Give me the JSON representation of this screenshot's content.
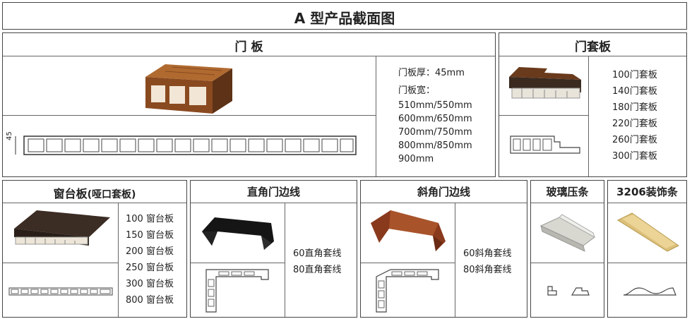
{
  "page_title": "A 型产品截面图",
  "door_panel": {
    "title": "门 板",
    "dimension_mark": "45",
    "specs": [
      "门板厚：45mm",
      "门板宽：",
      "510mm/550mm",
      "600mm/650mm",
      "700mm/750mm",
      "800mm/850mm",
      "900mm"
    ]
  },
  "door_cover": {
    "title": "门套板",
    "items": [
      "100门套板",
      "140门套板",
      "180门套板",
      "220门套板",
      "260门套板",
      "300门套板"
    ]
  },
  "window_sill": {
    "title": "窗台板",
    "title_suffix": "(哑口套板)",
    "items": [
      "100 窗台板",
      "150 窗台板",
      "200 窗台板",
      "250 窗台板",
      "300 窗台板",
      "800 窗台板"
    ]
  },
  "right_angle_trim": {
    "title": "直角门边线",
    "items": [
      "60直角套线",
      "80直角套线"
    ]
  },
  "bevel_trim": {
    "title": "斜角门边线",
    "items": [
      "60斜角套线",
      "80斜角套线"
    ]
  },
  "glass_bead": {
    "title": "玻璃压条"
  },
  "decor_strip": {
    "title": "3206装饰条"
  },
  "colors": {
    "wood_light": "#9c5a28",
    "wood_dark": "#3a2a20",
    "border": "#444444"
  }
}
